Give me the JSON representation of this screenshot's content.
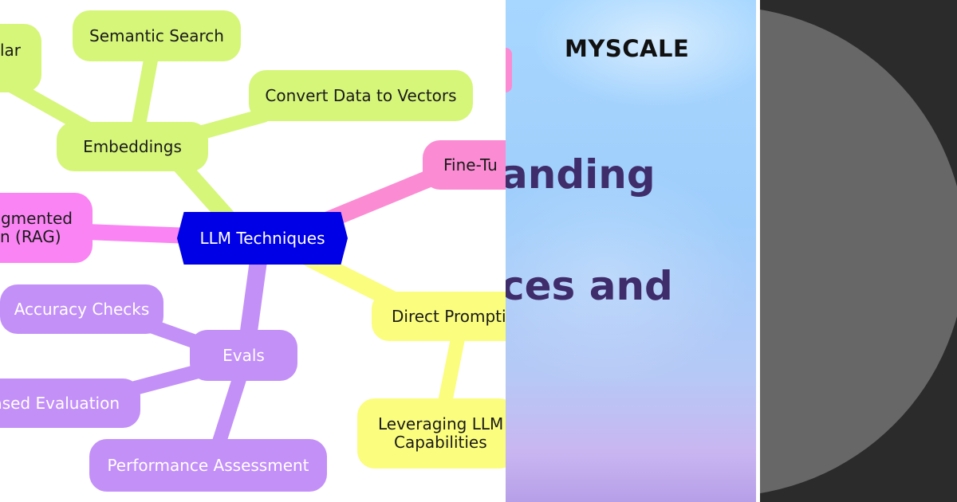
{
  "mindmap": {
    "center": "LLM Techniques",
    "nodes": {
      "similar": "lar",
      "semantic_search": "Semantic Search",
      "convert": "Convert Data to Vectors",
      "embeddings": "Embeddings",
      "fine_tuning": "Fine-Tu",
      "rag_line1": "ugmented",
      "rag_line2": "n (RAG)",
      "accuracy": "Accuracy Checks",
      "evals": "Evals",
      "based_eval": "ased Evaluation",
      "performance": "Performance Assessment",
      "direct_prompting": "Direct Prompti",
      "leveraging_line1": "Leveraging LLM",
      "leveraging_line2": "Capabilities"
    },
    "colors": {
      "embeddings_branch": "#d6f67a",
      "fine_tuning_branch": "#fb8cd3",
      "rag_branch": "#fa84f3",
      "evals_branch": "#c390f8",
      "prompting_branch": "#fbfd7e",
      "center": "#0000e6"
    }
  },
  "poster": {
    "brand": "MYSCALE",
    "headline_line1": "anding",
    "headline_line2": "ces and",
    "text_color": "#3f2d6b"
  }
}
